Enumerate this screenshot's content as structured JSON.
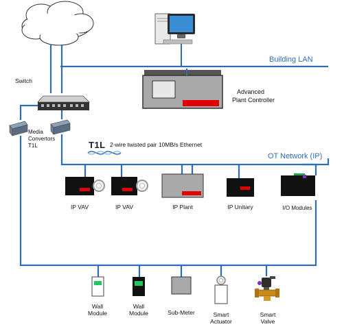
{
  "labels": {
    "building_lan": "Building LAN",
    "switch": "Switch",
    "media_converters": [
      "Media",
      "Convertors",
      "T1L"
    ],
    "advanced_controller": [
      "Advanced",
      "Plant Controller"
    ],
    "t1l_logo": "T1L",
    "twisted_pair": "2-wire twisted pair 10MB/s Ethernet",
    "ot_network": "OT Network (IP)",
    "ip_vav_1": "IP VAV",
    "ip_vav_2": "IP VAV",
    "ip_plant": "IP Plant",
    "ip_unitary": "IP Unitary",
    "io_modules": "I/O Modules",
    "wall_module_1": [
      "Wall",
      "Module"
    ],
    "wall_module_2": [
      "Wall",
      "Module"
    ],
    "sub_meter": "Sub-Meter",
    "smart_actuator": [
      "Smart",
      "Actuator"
    ],
    "smart_valve": [
      "Smart",
      "Valve"
    ]
  },
  "colors": {
    "network_line": "#2e6db5",
    "device_body": "#111111",
    "indicator_red": "#e00000",
    "wall_module_green": "#22c55e",
    "controller_grey": "#a9a9a9"
  },
  "icons": {
    "cloud": "cloud-icon",
    "computer": "computer-icon",
    "switch": "network-switch-icon",
    "media_converter": "media-converter-icon",
    "twisted_pair": "twisted-pair-icon"
  }
}
